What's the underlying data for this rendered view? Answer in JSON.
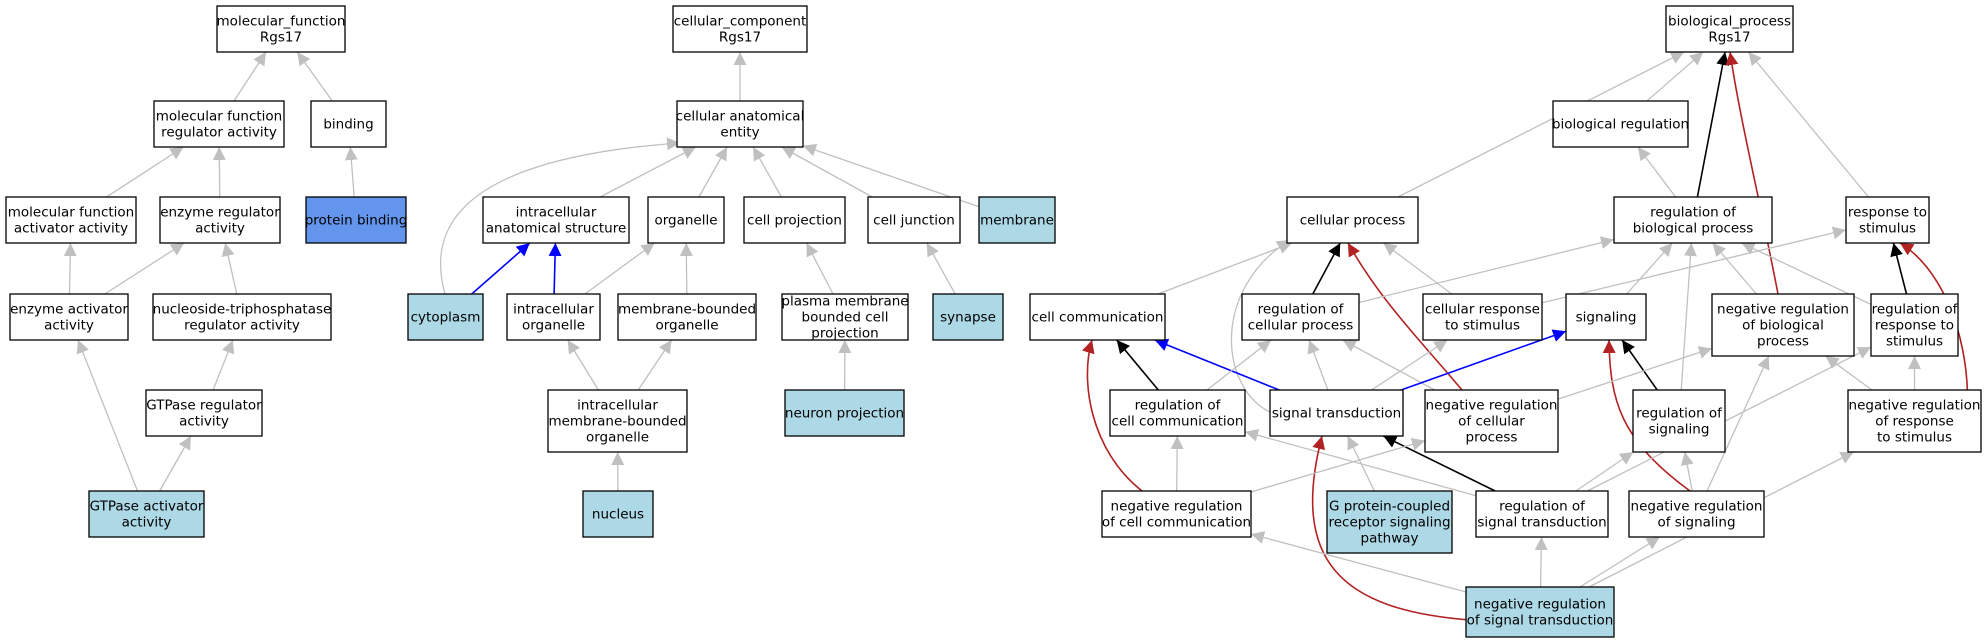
{
  "colors": {
    "node_default": "#ffffff",
    "node_annotated": "#add8e6",
    "node_query": "#6495ed",
    "edge_is_a": "#c0c0c0",
    "edge_part_of": "#0000ff",
    "edge_regulates": "#000000",
    "edge_negatively_regulates": "#b22222"
  },
  "nodes": [
    {
      "id": "mf",
      "lines": [
        "molecular_function",
        "Rgs17"
      ],
      "fill": "default"
    },
    {
      "id": "mfra",
      "lines": [
        "molecular function",
        "regulator activity"
      ],
      "fill": "default"
    },
    {
      "id": "binding",
      "lines": [
        "binding"
      ],
      "fill": "default"
    },
    {
      "id": "mfaa",
      "lines": [
        "molecular function",
        "activator activity"
      ],
      "fill": "default"
    },
    {
      "id": "era",
      "lines": [
        "enzyme regulator",
        "activity"
      ],
      "fill": "default"
    },
    {
      "id": "pb",
      "lines": [
        "protein binding"
      ],
      "fill": "query"
    },
    {
      "id": "eaa",
      "lines": [
        "enzyme activator",
        "activity"
      ],
      "fill": "default"
    },
    {
      "id": "ntra",
      "lines": [
        "nucleoside-triphosphatase",
        "regulator activity"
      ],
      "fill": "default"
    },
    {
      "id": "gra",
      "lines": [
        "GTPase regulator",
        "activity"
      ],
      "fill": "default"
    },
    {
      "id": "gaa",
      "lines": [
        "GTPase activator",
        "activity"
      ],
      "fill": "annotated"
    },
    {
      "id": "cc",
      "lines": [
        "cellular_component",
        "Rgs17"
      ],
      "fill": "default"
    },
    {
      "id": "cae",
      "lines": [
        "cellular anatomical",
        "entity"
      ],
      "fill": "default"
    },
    {
      "id": "ias",
      "lines": [
        "intracellular",
        "anatomical structure"
      ],
      "fill": "default"
    },
    {
      "id": "org",
      "lines": [
        "organelle"
      ],
      "fill": "default"
    },
    {
      "id": "cp",
      "lines": [
        "cell projection"
      ],
      "fill": "default"
    },
    {
      "id": "cj",
      "lines": [
        "cell junction"
      ],
      "fill": "default"
    },
    {
      "id": "mem",
      "lines": [
        "membrane"
      ],
      "fill": "annotated"
    },
    {
      "id": "cyto",
      "lines": [
        "cytoplasm"
      ],
      "fill": "annotated"
    },
    {
      "id": "io",
      "lines": [
        "intracellular",
        "organelle"
      ],
      "fill": "default"
    },
    {
      "id": "mbo",
      "lines": [
        "membrane-bounded",
        "organelle"
      ],
      "fill": "default"
    },
    {
      "id": "pmbcp",
      "lines": [
        "plasma membrane",
        "bounded cell",
        "projection"
      ],
      "fill": "default"
    },
    {
      "id": "syn",
      "lines": [
        "synapse"
      ],
      "fill": "annotated"
    },
    {
      "id": "imbo",
      "lines": [
        "intracellular",
        "membrane-bounded",
        "organelle"
      ],
      "fill": "default"
    },
    {
      "id": "np",
      "lines": [
        "neuron projection"
      ],
      "fill": "annotated"
    },
    {
      "id": "nuc",
      "lines": [
        "nucleus"
      ],
      "fill": "annotated"
    },
    {
      "id": "bp",
      "lines": [
        "biological_process",
        "Rgs17"
      ],
      "fill": "default"
    },
    {
      "id": "breg",
      "lines": [
        "biological regulation"
      ],
      "fill": "default"
    },
    {
      "id": "cellp",
      "lines": [
        "cellular process"
      ],
      "fill": "default"
    },
    {
      "id": "robp",
      "lines": [
        "regulation of",
        "biological process"
      ],
      "fill": "default"
    },
    {
      "id": "rts",
      "lines": [
        "response to",
        "stimulus"
      ],
      "fill": "default"
    },
    {
      "id": "ccom",
      "lines": [
        "cell communication"
      ],
      "fill": "default"
    },
    {
      "id": "rocp",
      "lines": [
        "regulation of",
        "cellular process"
      ],
      "fill": "default"
    },
    {
      "id": "crts",
      "lines": [
        "cellular response",
        "to stimulus"
      ],
      "fill": "default"
    },
    {
      "id": "sig",
      "lines": [
        "signaling"
      ],
      "fill": "default"
    },
    {
      "id": "nrbp",
      "lines": [
        "negative regulation",
        "of biological",
        "process"
      ],
      "fill": "default"
    },
    {
      "id": "rors",
      "lines": [
        "regulation of",
        "response to",
        "stimulus"
      ],
      "fill": "default"
    },
    {
      "id": "rocc",
      "lines": [
        "regulation of",
        "cell communication"
      ],
      "fill": "default"
    },
    {
      "id": "st",
      "lines": [
        "signal transduction"
      ],
      "fill": "default"
    },
    {
      "id": "nrcp",
      "lines": [
        "negative regulation",
        "of cellular",
        "process"
      ],
      "fill": "default"
    },
    {
      "id": "ros",
      "lines": [
        "regulation of",
        "signaling"
      ],
      "fill": "default"
    },
    {
      "id": "nrrs",
      "lines": [
        "negative regulation",
        "of response",
        "to stimulus"
      ],
      "fill": "default"
    },
    {
      "id": "nrcc",
      "lines": [
        "negative regulation",
        "of cell communication"
      ],
      "fill": "default"
    },
    {
      "id": "gpcr",
      "lines": [
        "G protein-coupled",
        "receptor signaling",
        "pathway"
      ],
      "fill": "annotated"
    },
    {
      "id": "rost",
      "lines": [
        "regulation of",
        "signal transduction"
      ],
      "fill": "default"
    },
    {
      "id": "nros",
      "lines": [
        "negative regulation",
        "of signaling"
      ],
      "fill": "default"
    },
    {
      "id": "nrst",
      "lines": [
        "negative regulation",
        "of signal transduction"
      ],
      "fill": "annotated"
    }
  ],
  "edges": [
    {
      "from": "mfra",
      "to": "mf",
      "type": "is_a"
    },
    {
      "from": "binding",
      "to": "mf",
      "type": "is_a"
    },
    {
      "from": "mfaa",
      "to": "mfra",
      "type": "is_a"
    },
    {
      "from": "era",
      "to": "mfra",
      "type": "is_a"
    },
    {
      "from": "pb",
      "to": "binding",
      "type": "is_a"
    },
    {
      "from": "eaa",
      "to": "mfaa",
      "type": "is_a"
    },
    {
      "from": "eaa",
      "to": "era",
      "type": "is_a"
    },
    {
      "from": "ntra",
      "to": "era",
      "type": "is_a"
    },
    {
      "from": "gra",
      "to": "ntra",
      "type": "is_a"
    },
    {
      "from": "gaa",
      "to": "eaa",
      "type": "is_a"
    },
    {
      "from": "gaa",
      "to": "gra",
      "type": "is_a"
    },
    {
      "from": "cae",
      "to": "cc",
      "type": "is_a"
    },
    {
      "from": "ias",
      "to": "cae",
      "type": "is_a"
    },
    {
      "from": "org",
      "to": "cae",
      "type": "is_a"
    },
    {
      "from": "cp",
      "to": "cae",
      "type": "is_a"
    },
    {
      "from": "cj",
      "to": "cae",
      "type": "is_a"
    },
    {
      "from": "mem",
      "to": "cae",
      "type": "is_a"
    },
    {
      "from": "cyto",
      "to": "cae",
      "type": "is_a"
    },
    {
      "from": "cyto",
      "to": "ias",
      "type": "part_of"
    },
    {
      "from": "io",
      "to": "ias",
      "type": "part_of"
    },
    {
      "from": "io",
      "to": "org",
      "type": "is_a"
    },
    {
      "from": "mbo",
      "to": "org",
      "type": "is_a"
    },
    {
      "from": "pmbcp",
      "to": "cp",
      "type": "is_a"
    },
    {
      "from": "syn",
      "to": "cj",
      "type": "is_a"
    },
    {
      "from": "imbo",
      "to": "io",
      "type": "is_a"
    },
    {
      "from": "imbo",
      "to": "mbo",
      "type": "is_a"
    },
    {
      "from": "np",
      "to": "pmbcp",
      "type": "is_a"
    },
    {
      "from": "nuc",
      "to": "imbo",
      "type": "is_a"
    },
    {
      "from": "breg",
      "to": "bp",
      "type": "is_a"
    },
    {
      "from": "cellp",
      "to": "bp",
      "type": "is_a"
    },
    {
      "from": "rts",
      "to": "bp",
      "type": "is_a"
    },
    {
      "from": "robp",
      "to": "bp",
      "type": "regulates"
    },
    {
      "from": "nrbp",
      "to": "bp",
      "type": "negatively_regulates"
    },
    {
      "from": "robp",
      "to": "breg",
      "type": "is_a"
    },
    {
      "from": "ccom",
      "to": "cellp",
      "type": "is_a"
    },
    {
      "from": "rocp",
      "to": "cellp",
      "type": "regulates"
    },
    {
      "from": "crts",
      "to": "cellp",
      "type": "is_a"
    },
    {
      "from": "nrcp",
      "to": "cellp",
      "type": "negatively_regulates"
    },
    {
      "from": "st",
      "to": "cellp",
      "type": "is_a"
    },
    {
      "from": "rocp",
      "to": "robp",
      "type": "is_a"
    },
    {
      "from": "sig",
      "to": "robp",
      "type": "is_a"
    },
    {
      "from": "nrbp",
      "to": "robp",
      "type": "is_a"
    },
    {
      "from": "rors",
      "to": "robp",
      "type": "is_a"
    },
    {
      "from": "ros",
      "to": "robp",
      "type": "is_a"
    },
    {
      "from": "crts",
      "to": "rts",
      "type": "is_a"
    },
    {
      "from": "rors",
      "to": "rts",
      "type": "regulates"
    },
    {
      "from": "nrrs",
      "to": "rts",
      "type": "negatively_regulates"
    },
    {
      "from": "rocc",
      "to": "ccom",
      "type": "regulates"
    },
    {
      "from": "st",
      "to": "ccom",
      "type": "part_of"
    },
    {
      "from": "nrcc",
      "to": "ccom",
      "type": "negatively_regulates"
    },
    {
      "from": "rocc",
      "to": "rocp",
      "type": "is_a"
    },
    {
      "from": "st",
      "to": "rocp",
      "type": "is_a"
    },
    {
      "from": "nrcp",
      "to": "rocp",
      "type": "is_a"
    },
    {
      "from": "st",
      "to": "crts",
      "type": "is_a"
    },
    {
      "from": "st",
      "to": "sig",
      "type": "part_of"
    },
    {
      "from": "ros",
      "to": "sig",
      "type": "regulates"
    },
    {
      "from": "nros",
      "to": "sig",
      "type": "negatively_regulates"
    },
    {
      "from": "nrcp",
      "to": "nrbp",
      "type": "is_a"
    },
    {
      "from": "nros",
      "to": "nrbp",
      "type": "is_a"
    },
    {
      "from": "nrrs",
      "to": "nrbp",
      "type": "is_a"
    },
    {
      "from": "nrrs",
      "to": "rors",
      "type": "is_a"
    },
    {
      "from": "rost",
      "to": "rors",
      "type": "is_a"
    },
    {
      "from": "nrcc",
      "to": "rocc",
      "type": "is_a"
    },
    {
      "from": "rost",
      "to": "rocc",
      "type": "is_a"
    },
    {
      "from": "gpcr",
      "to": "st",
      "type": "is_a"
    },
    {
      "from": "rost",
      "to": "st",
      "type": "regulates"
    },
    {
      "from": "nrst",
      "to": "st",
      "type": "negatively_regulates"
    },
    {
      "from": "nrcc",
      "to": "nrcp",
      "type": "is_a"
    },
    {
      "from": "rost",
      "to": "ros",
      "type": "is_a"
    },
    {
      "from": "nros",
      "to": "ros",
      "type": "is_a"
    },
    {
      "from": "nrst",
      "to": "nrcc",
      "type": "is_a"
    },
    {
      "from": "nrst",
      "to": "rost",
      "type": "is_a"
    },
    {
      "from": "nrst",
      "to": "nros",
      "type": "is_a"
    },
    {
      "from": "nrst",
      "to": "nrrs",
      "type": "is_a"
    }
  ]
}
